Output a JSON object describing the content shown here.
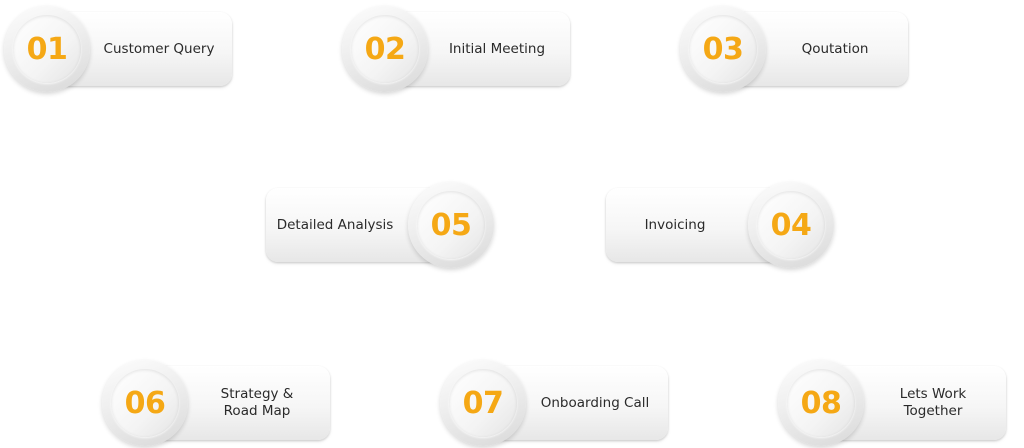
{
  "accent_color": "#F5A815",
  "steps": [
    {
      "number": "01",
      "label": "Customer Query"
    },
    {
      "number": "02",
      "label": "Initial Meeting"
    },
    {
      "number": "03",
      "label": "Qoutation"
    },
    {
      "number": "04",
      "label": "Invoicing"
    },
    {
      "number": "05",
      "label": "Detailed Analysis"
    },
    {
      "number": "06",
      "label": "Strategy &\nRoad Map"
    },
    {
      "number": "07",
      "label": "Onboarding Call"
    },
    {
      "number": "08",
      "label": "Lets Work\nTogether"
    }
  ]
}
